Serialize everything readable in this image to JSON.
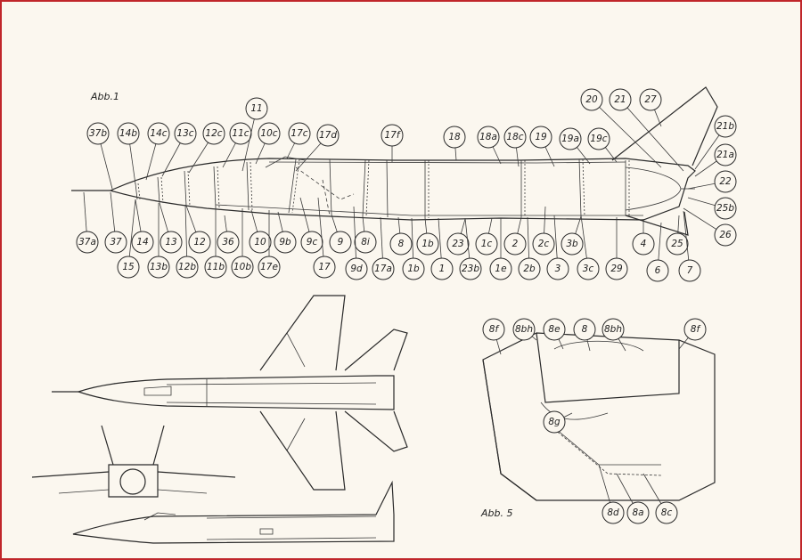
{
  "figure1": {
    "caption": "Abb.1",
    "top_labels": [
      "37b",
      "14b",
      "14c",
      "13c",
      "12c",
      "11c",
      "11",
      "10c",
      "17c",
      "17d",
      "17f",
      "18",
      "18a",
      "18c",
      "19",
      "19a",
      "19c",
      "20",
      "21",
      "27",
      "21b",
      "21a",
      "22",
      "25b",
      "26"
    ],
    "bottom_labels": [
      "37a",
      "37",
      "14",
      "13",
      "12",
      "36",
      "10",
      "9b",
      "9c",
      "9",
      "8i",
      "8",
      "1b",
      "23",
      "1c",
      "2",
      "2c",
      "3b",
      "4",
      "25",
      "6",
      "7",
      "15",
      "13b",
      "12b",
      "11b",
      "10b",
      "17e",
      "17",
      "9d",
      "17a",
      "1b",
      "1",
      "23b",
      "1e",
      "2b",
      "3",
      "3c",
      "29"
    ]
  },
  "figure5": {
    "caption": "Abb. 5",
    "labels": [
      "8f",
      "8bh",
      "8e",
      "8",
      "8bh",
      "8f",
      "8g",
      "8d",
      "8a",
      "8c"
    ]
  },
  "colors": {
    "frame": "#c0262a",
    "ink": "#2a2a2a",
    "paper": "#fbf7ef"
  }
}
